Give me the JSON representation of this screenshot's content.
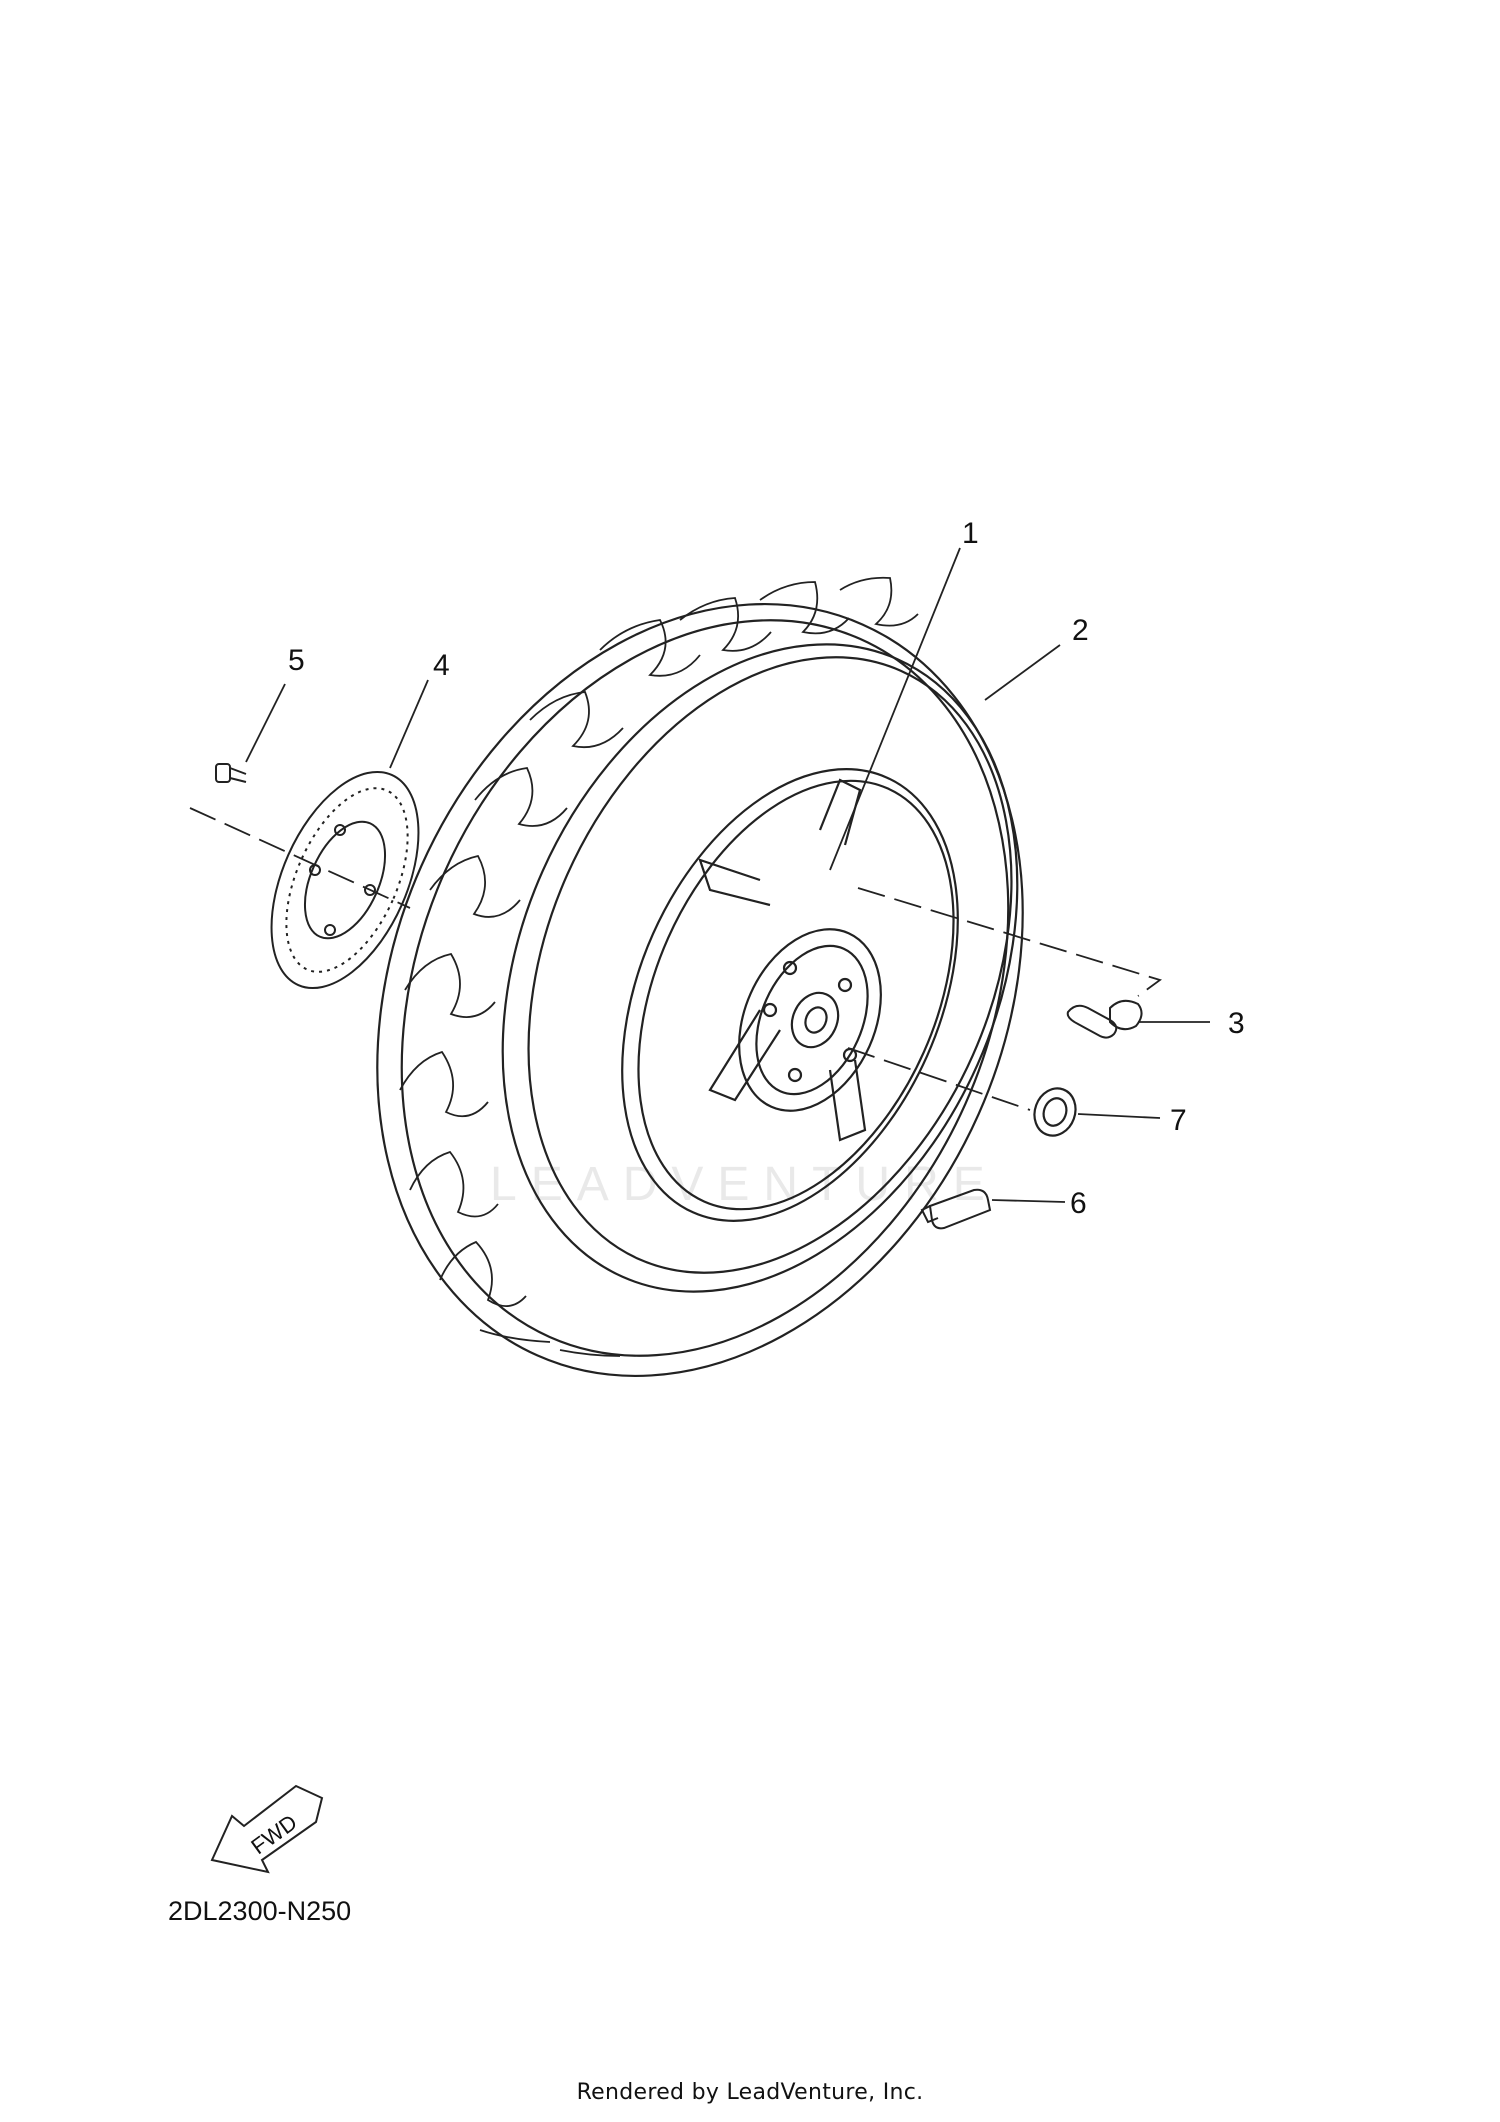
{
  "callouts": [
    {
      "id": "1",
      "label": "1"
    },
    {
      "id": "2",
      "label": "2"
    },
    {
      "id": "3",
      "label": "3"
    },
    {
      "id": "4",
      "label": "4"
    },
    {
      "id": "5",
      "label": "5"
    },
    {
      "id": "6",
      "label": "6"
    },
    {
      "id": "7",
      "label": "7"
    }
  ],
  "fwd_label": "FWD",
  "diagram_code": "2DL2300-N250",
  "credit": "Rendered by LeadVenture, Inc.",
  "watermark": "LEADVENTURE"
}
